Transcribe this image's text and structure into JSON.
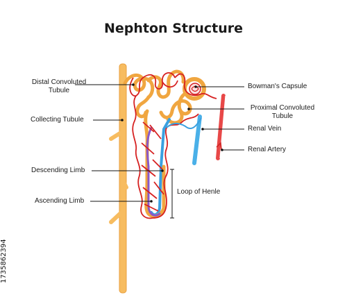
{
  "title": "Nephton Structure",
  "labels": {
    "distal_line1": "Distal Convoluted",
    "distal_line2": "Tubule",
    "collecting": "Collecting Tubule",
    "descending": "Descending Limb",
    "ascending": "Ascending Limb",
    "bowman": "Bowman's Capsule",
    "proximal_line1": "Proximal Convoluted",
    "proximal_line2": "Tubule",
    "renal_vein": "Renal Vein",
    "renal_artery": "Renal Artery",
    "loop": "Loop of Henle"
  },
  "watermark_id": "1735862394",
  "colors": {
    "collecting_duct": "#f5b85a",
    "tubule_outline": "#f0a640",
    "capillary_red": "#d62020",
    "descending_blue": "#3aa0e0",
    "ascending_purple": "#8a58c8",
    "vein_blue": "#4ab0e8",
    "artery_red": "#e84848"
  }
}
